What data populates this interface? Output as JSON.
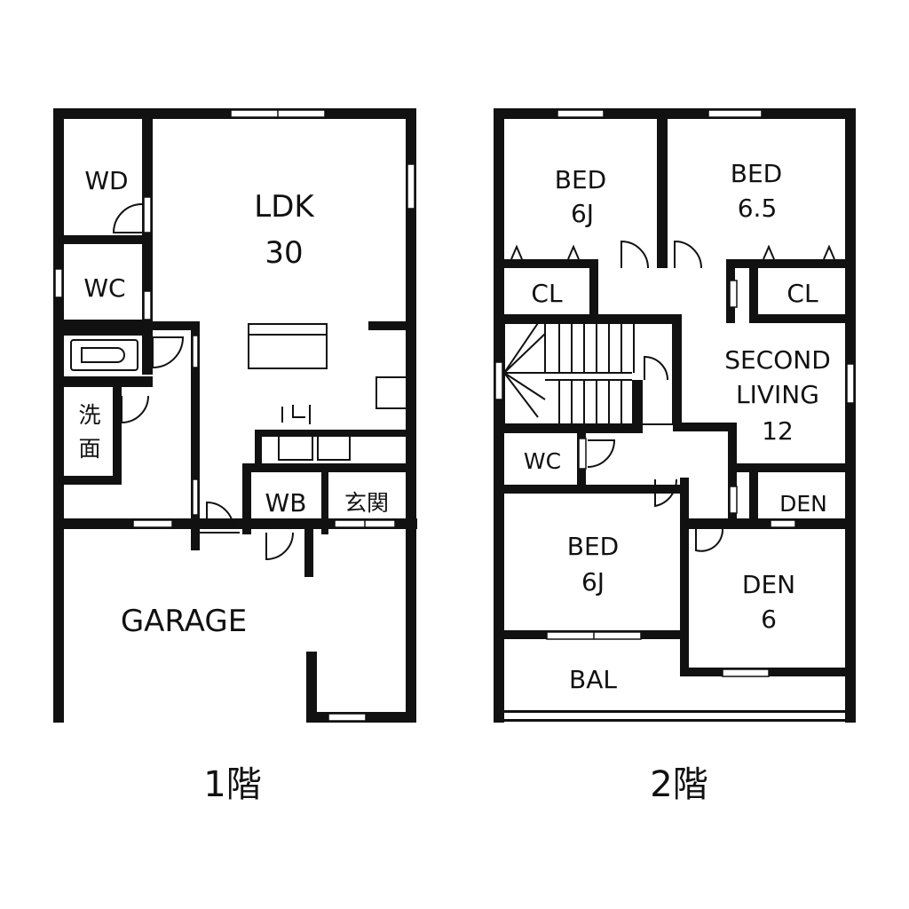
{
  "floor1": {
    "caption": "1階",
    "rooms": {
      "wd": "WD",
      "wc": "WC",
      "ldk_name": "LDK",
      "ldk_size": "30",
      "senmen_1": "洗",
      "senmen_2": "面",
      "wb": "WB",
      "genkan": "玄関",
      "garage": "GARAGE"
    }
  },
  "floor2": {
    "caption": "2階",
    "rooms": {
      "bed_nw_name": "BED",
      "bed_nw_size": "6J",
      "bed_ne_name": "BED",
      "bed_ne_size": "6.5",
      "cl_left": "CL",
      "cl_right": "CL",
      "second_living_1": "SECOND",
      "second_living_2": "LIVING",
      "second_living_size": "12",
      "wc": "WC",
      "den_small": "DEN",
      "bed_sw_name": "BED",
      "bed_sw_size": "6J",
      "den_name": "DEN",
      "den_size": "6",
      "bal": "BAL"
    }
  }
}
